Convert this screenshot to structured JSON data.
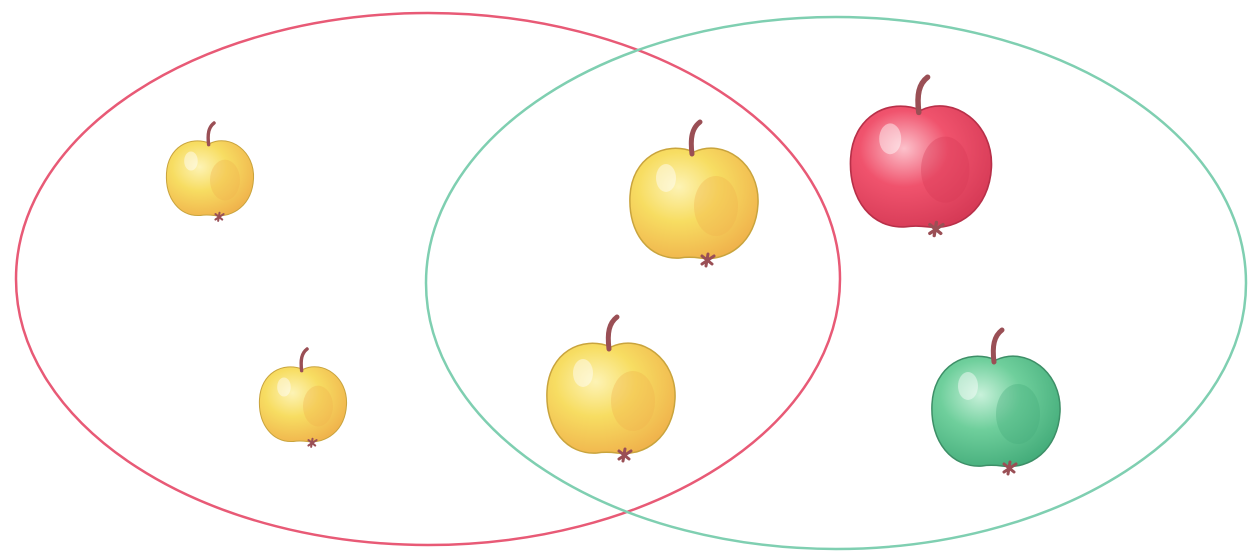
{
  "colors": {
    "background": "#ffffff",
    "left_set_outline": "#e85a76",
    "right_set_outline": "#7fcfb1"
  },
  "sets": [
    {
      "id": "left",
      "outline_color": "#e85a76"
    },
    {
      "id": "right",
      "outline_color": "#7fcfb1"
    }
  ],
  "apples": [
    {
      "id": "left-top",
      "color": "yellow",
      "size": "small",
      "region": "left-only"
    },
    {
      "id": "left-bottom",
      "color": "yellow",
      "size": "small",
      "region": "left-only"
    },
    {
      "id": "mid-top",
      "color": "yellow",
      "size": "large",
      "region": "intersection"
    },
    {
      "id": "mid-bottom",
      "color": "yellow",
      "size": "large",
      "region": "intersection"
    },
    {
      "id": "right-top",
      "color": "red",
      "size": "large",
      "region": "right-only"
    },
    {
      "id": "right-bottom",
      "color": "green",
      "size": "large",
      "region": "right-only"
    }
  ],
  "apple_palette": {
    "yellow": {
      "body": "#f7dd62",
      "shade": "#f0b34c",
      "outline": "#c9a43d",
      "highlight": "#fdf3b5"
    },
    "red": {
      "body": "#f0536d",
      "shade": "#d63a56",
      "outline": "#b83049",
      "highlight": "#fcc1cb"
    },
    "green": {
      "body": "#6fcf9c",
      "shade": "#45ad7b",
      "outline": "#3d8f67",
      "highlight": "#c8f1da"
    },
    "stem": "#9a4f55"
  }
}
